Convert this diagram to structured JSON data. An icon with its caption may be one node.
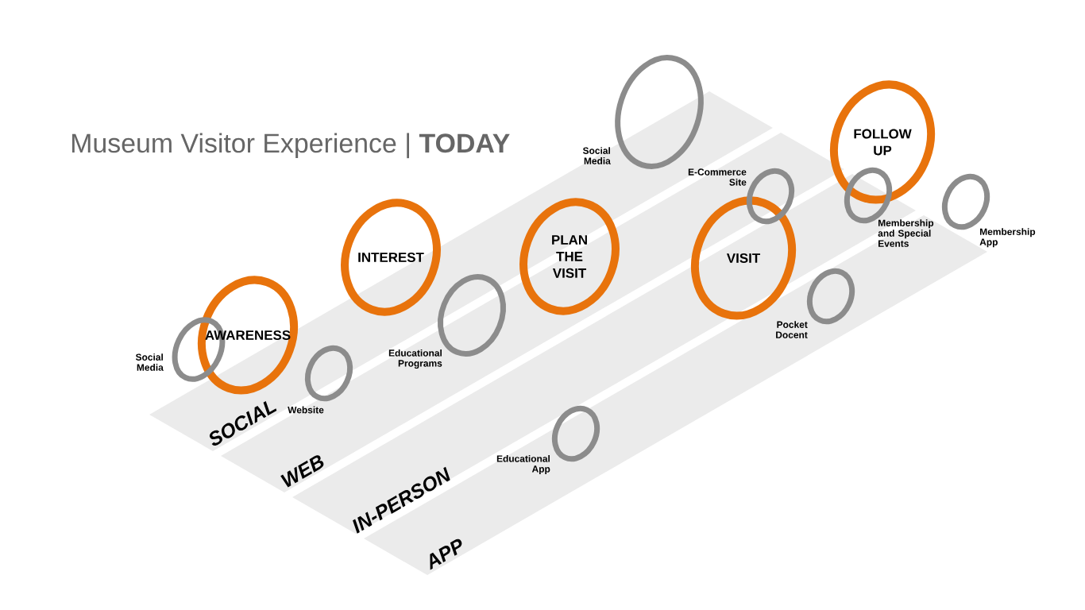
{
  "diagram": {
    "title": "Museum Visitor Experience | **TODAY**",
    "nodes": [
      {
        "text": [
          "SOCIAL"
        ]
      },
      {
        "text": [
          "WEB"
        ]
      },
      {
        "text": [
          "IN-PERSON"
        ]
      },
      {
        "text": [
          "APP"
        ]
      },
      {
        "text": [
          "AWARENESS"
        ]
      },
      {
        "text": [
          "INTEREST"
        ]
      },
      {
        "text": [
          "PLAN THE VISIT"
        ]
      },
      {
        "text": [
          "VISIT"
        ]
      },
      {
        "text": [
          "FOLLOW UP"
        ]
      },
      {
        "text": [],
        "shape": "circle",
        "beside": [
          "Social Media"
        ]
      },
      {
        "text": [],
        "shape": "circle",
        "beside": [
          "Website"
        ]
      },
      {
        "text": [],
        "shape": "circle",
        "beside": [
          "Educational Programs"
        ]
      },
      {
        "text": [],
        "shape": "circle",
        "beside": [
          "Educational App"
        ]
      },
      {
        "text": [],
        "shape": "circle",
        "beside": [
          "Social Media"
        ]
      },
      {
        "text": [],
        "shape": "circle",
        "beside": [
          "E-Commerce Site"
        ]
      },
      {
        "text": [],
        "shape": "circle",
        "beside": [
          "Membership and Special Events"
        ]
      },
      {
        "text": [],
        "shape": "circle",
        "beside": [
          "Membership App"
        ]
      },
      {
        "text": [],
        "shape": "circle",
        "beside": [
          "Pocket Docent"
        ]
      }
    ]
  }
}
